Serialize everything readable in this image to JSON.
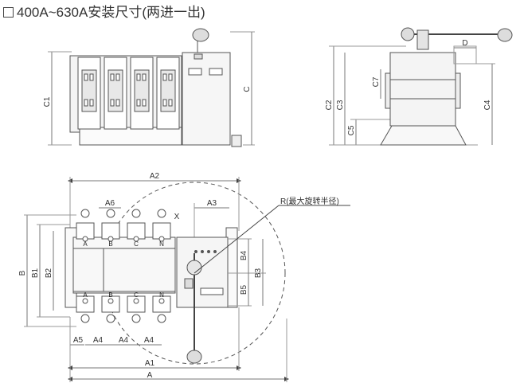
{
  "title": "400A~630A安装尺寸(两进一出)",
  "front_view": {
    "c1": "C1",
    "c": "C"
  },
  "side_view": {
    "d": "D",
    "c7": "C7",
    "c2": "C2",
    "c3": "C3",
    "c5": "C5",
    "c4": "C4"
  },
  "mount_view": {
    "a2": "A2",
    "a6": "A6",
    "x": "X",
    "a3": "A3",
    "r_label": "R(最大旋转半径)",
    "b": "B",
    "b1": "B1",
    "b2": "B2",
    "b4": "B4",
    "b3": "B3",
    "b5": "B5",
    "a5": "A5",
    "a4_1": "A4",
    "a4_2": "A4",
    "a4_3": "A4",
    "a1": "A1",
    "a": "A",
    "pole_labels_top": [
      "A",
      "B",
      "C",
      "N"
    ],
    "pole_labels_bottom": [
      "A",
      "B",
      "C",
      "N"
    ]
  }
}
